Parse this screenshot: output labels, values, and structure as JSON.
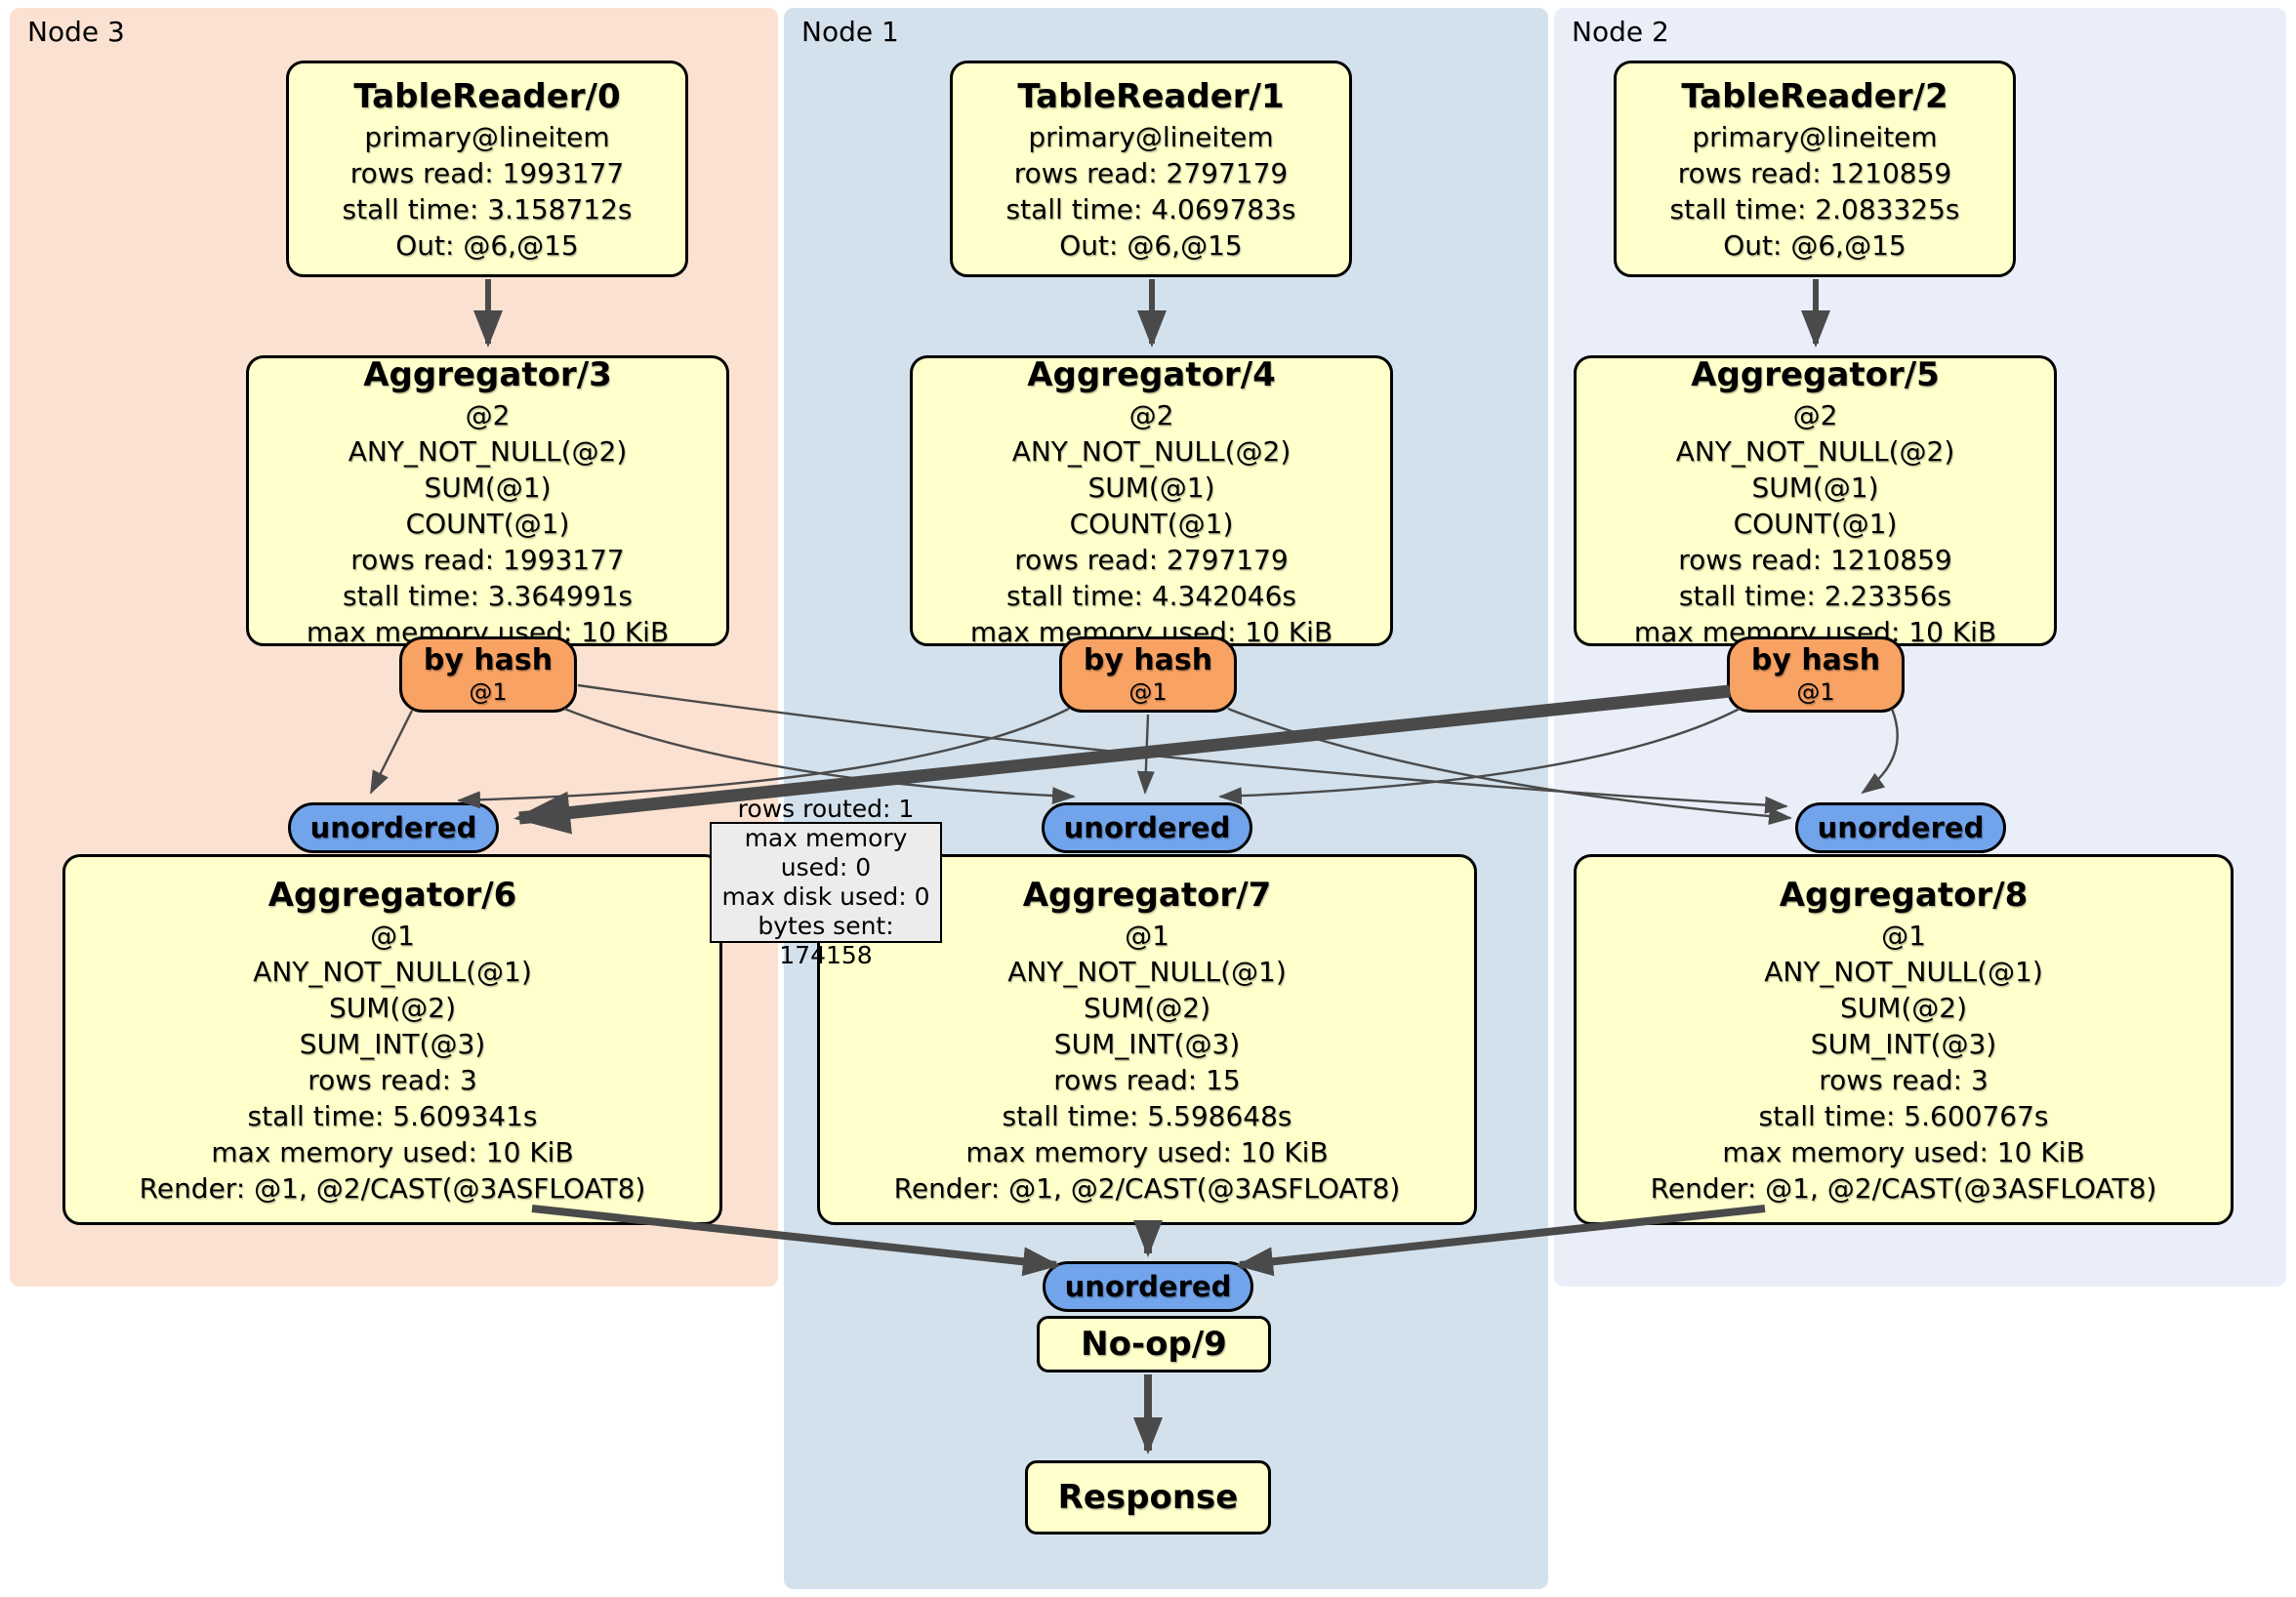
{
  "panels": [
    {
      "label": "Node 3"
    },
    {
      "label": "Node 1"
    },
    {
      "label": "Node 2"
    }
  ],
  "nodes": {
    "tr0": {
      "title": "TableReader/0",
      "lines": [
        "primary@lineitem",
        "rows read: 1993177",
        "stall time: 3.158712s",
        "Out: @6,@15"
      ]
    },
    "tr1": {
      "title": "TableReader/1",
      "lines": [
        "primary@lineitem",
        "rows read: 2797179",
        "stall time: 4.069783s",
        "Out: @6,@15"
      ]
    },
    "tr2": {
      "title": "TableReader/2",
      "lines": [
        "primary@lineitem",
        "rows read: 1210859",
        "stall time: 2.083325s",
        "Out: @6,@15"
      ]
    },
    "agg3": {
      "title": "Aggregator/3",
      "lines": [
        "@2",
        "ANY_NOT_NULL(@2)",
        "SUM(@1)",
        "COUNT(@1)",
        "rows read: 1993177",
        "stall time: 3.364991s",
        "max memory used: 10 KiB"
      ]
    },
    "agg4": {
      "title": "Aggregator/4",
      "lines": [
        "@2",
        "ANY_NOT_NULL(@2)",
        "SUM(@1)",
        "COUNT(@1)",
        "rows read: 2797179",
        "stall time: 4.342046s",
        "max memory used: 10 KiB"
      ]
    },
    "agg5": {
      "title": "Aggregator/5",
      "lines": [
        "@2",
        "ANY_NOT_NULL(@2)",
        "SUM(@1)",
        "COUNT(@1)",
        "rows read: 1210859",
        "stall time: 2.23356s",
        "max memory used: 10 KiB"
      ]
    },
    "agg6": {
      "title": "Aggregator/6",
      "lines": [
        "@1",
        "ANY_NOT_NULL(@1)",
        "SUM(@2)",
        "SUM_INT(@3)",
        "rows read: 3",
        "stall time: 5.609341s",
        "max memory used: 10 KiB",
        "Render: @1, @2/CAST(@3ASFLOAT8)"
      ]
    },
    "agg7": {
      "title": "Aggregator/7",
      "lines": [
        "@1",
        "ANY_NOT_NULL(@1)",
        "SUM(@2)",
        "SUM_INT(@3)",
        "rows read: 15",
        "stall time: 5.598648s",
        "max memory used: 10 KiB",
        "Render: @1, @2/CAST(@3ASFLOAT8)"
      ]
    },
    "agg8": {
      "title": "Aggregator/8",
      "lines": [
        "@1",
        "ANY_NOT_NULL(@1)",
        "SUM(@2)",
        "SUM_INT(@3)",
        "rows read: 3",
        "stall time: 5.600767s",
        "max memory used: 10 KiB",
        "Render: @1, @2/CAST(@3ASFLOAT8)"
      ]
    },
    "noop": {
      "title": "No-op/9"
    },
    "response": {
      "title": "Response"
    }
  },
  "routers": [
    {
      "label": "by hash",
      "sub": "@1"
    },
    {
      "label": "by hash",
      "sub": "@1"
    },
    {
      "label": "by hash",
      "sub": "@1"
    }
  ],
  "streams": [
    {
      "label": "unordered"
    },
    {
      "label": "unordered"
    },
    {
      "label": "unordered"
    },
    {
      "label": "unordered"
    }
  ],
  "tooltip": {
    "lines": [
      "rows routed: 1",
      "max memory used: 0",
      "max disk used: 0",
      "bytes sent: 174158"
    ]
  },
  "colors": {
    "node3_bg": "#fbe1d1",
    "node1_bg": "#d3e1ec",
    "node2_bg": "#eaeef8",
    "box_bg": "#feffcb",
    "router_bg": "#f8a263",
    "stream_bg": "#72a4ec",
    "edge": "#4a4a4a",
    "tooltip_bg": "#ececec",
    "border": "#000000"
  }
}
